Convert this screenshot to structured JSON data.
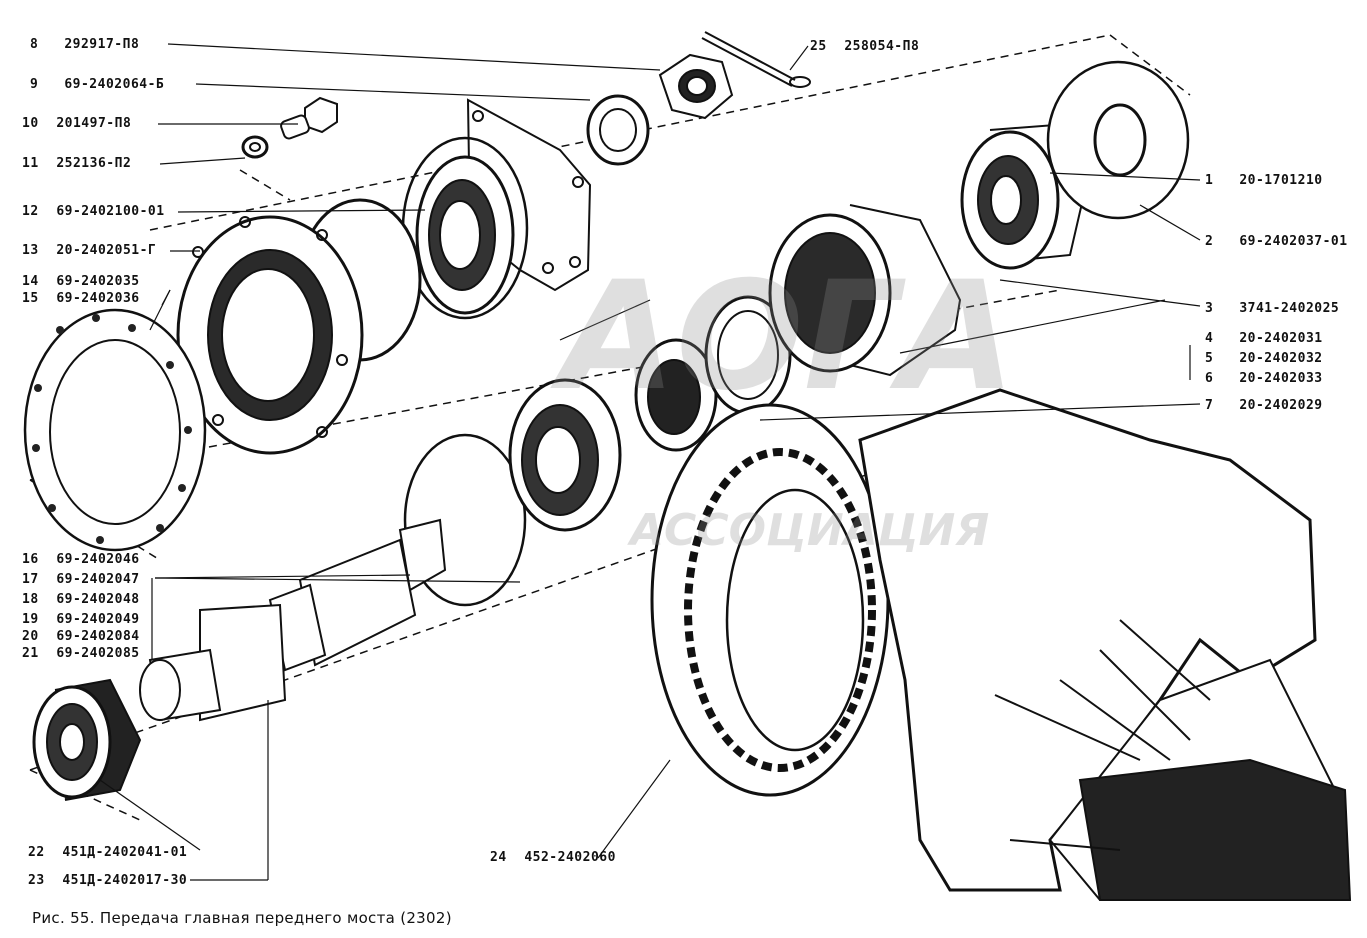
{
  "watermark": {
    "logo_text": "АОГА",
    "sub_text": "АССОЦИАЦИЯ"
  },
  "labels_left": [
    {
      "num": "8",
      "code": "292917-П8"
    },
    {
      "num": "9",
      "code": "69-2402064-Б"
    },
    {
      "num": "10",
      "code": "201497-П8"
    },
    {
      "num": "11",
      "code": "252136-П2"
    },
    {
      "num": "12",
      "code": "69-2402100-01"
    },
    {
      "num": "13",
      "code": "20-2402051-Г"
    },
    {
      "num": "14",
      "code": "69-2402035"
    },
    {
      "num": "15",
      "code": "69-2402036"
    },
    {
      "num": "16",
      "code": "69-2402046"
    },
    {
      "num": "17",
      "code": "69-2402047"
    },
    {
      "num": "18",
      "code": "69-2402048"
    },
    {
      "num": "19",
      "code": "69-2402049"
    },
    {
      "num": "20",
      "code": "69-2402084"
    },
    {
      "num": "21",
      "code": "69-2402085"
    },
    {
      "num": "22",
      "code": "451Д-2402041-01"
    },
    {
      "num": "23",
      "code": "451Д-2402017-30"
    }
  ],
  "labels_right": [
    {
      "num": "1",
      "code": "20-1701210"
    },
    {
      "num": "2",
      "code": "69-2402037-01"
    },
    {
      "num": "3",
      "code": "3741-2402025"
    },
    {
      "num": "4",
      "code": "20-2402031"
    },
    {
      "num": "5",
      "code": "20-2402032"
    },
    {
      "num": "6",
      "code": "20-2402033"
    },
    {
      "num": "7",
      "code": "20-2402029"
    }
  ],
  "label_top": {
    "num": "25",
    "code": "258054-П8"
  },
  "label_bottom": {
    "num": "24",
    "code": "452-2402060"
  },
  "caption": "Рис. 55. Передача главная переднего моста (2302)",
  "colors": {
    "ink": "#111111",
    "watermark": "#9a9a9a"
  }
}
